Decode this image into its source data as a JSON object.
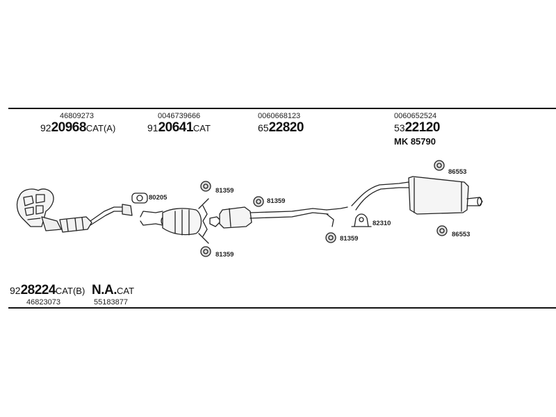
{
  "top_parts": [
    {
      "pn": "46809273",
      "prefix": "92",
      "code": "20968",
      "suffix": "CAT(A)"
    },
    {
      "pn": "0046739666",
      "prefix": "91",
      "code": "20641",
      "suffix": "CAT"
    },
    {
      "pn": "0060668123",
      "prefix": "65",
      "code": "22820",
      "suffix": ""
    },
    {
      "pn": "0060652524",
      "prefix": "53",
      "code": "22120",
      "suffix": ""
    }
  ],
  "mk_label": "MK 85790",
  "bottom_parts": [
    {
      "pn": "46823073",
      "prefix": "92",
      "code": "28224",
      "suffix": "CAT(B)"
    },
    {
      "pn": "55183877",
      "prefix": "",
      "code": "N.A.",
      "suffix": "CAT"
    }
  ],
  "refs": {
    "r86553_top": "86553",
    "r80205": "80205",
    "r81359_a": "81359",
    "r81359_b": "81359",
    "r81359_c": "81359",
    "r81359_d": "81359",
    "r82310": "82310",
    "r86553_bottom": "86553"
  }
}
